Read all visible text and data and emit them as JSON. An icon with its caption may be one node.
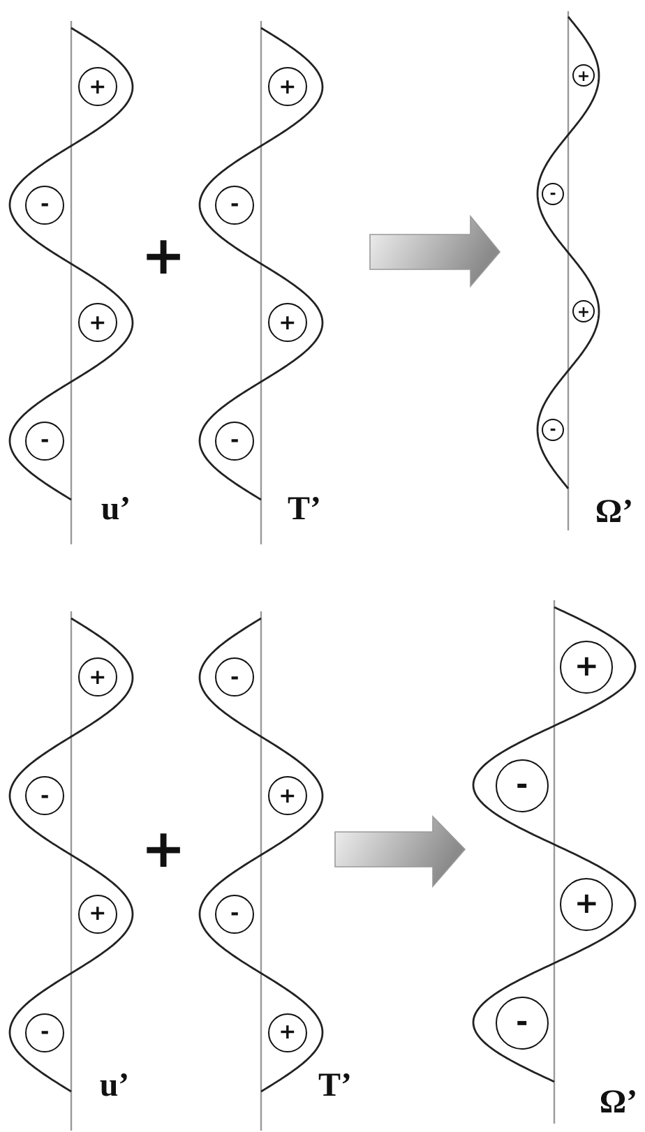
{
  "diagram": {
    "nodes": [
      {
        "text": [
          "+"
        ]
      },
      {
        "text": [
          "-"
        ]
      },
      {
        "text": [
          "+"
        ]
      },
      {
        "text": [
          "-"
        ]
      },
      {
        "text": [
          "+"
        ]
      },
      {
        "text": [
          "-"
        ]
      },
      {
        "text": [
          "+"
        ]
      },
      {
        "text": [
          "-"
        ]
      },
      {
        "text": [
          "+"
        ]
      },
      {
        "text": [
          "-"
        ]
      },
      {
        "text": [
          "+"
        ]
      },
      {
        "text": [
          "-"
        ]
      },
      {
        "text": [
          "+"
        ]
      },
      {
        "text": [
          "-"
        ]
      },
      {
        "text": [
          "+"
        ]
      },
      {
        "text": [
          "-"
        ]
      },
      {
        "text": [
          "-"
        ]
      },
      {
        "text": [
          "+"
        ]
      },
      {
        "text": [
          "-"
        ]
      },
      {
        "text": [
          "+"
        ]
      },
      {
        "text": [
          "+"
        ]
      },
      {
        "text": [
          "-"
        ]
      },
      {
        "text": [
          "+"
        ]
      },
      {
        "text": [
          "-"
        ]
      }
    ],
    "labels": [
      "+",
      "u’",
      "T’",
      "Ω’",
      "+",
      "u’",
      "T’",
      "Ω’"
    ]
  }
}
